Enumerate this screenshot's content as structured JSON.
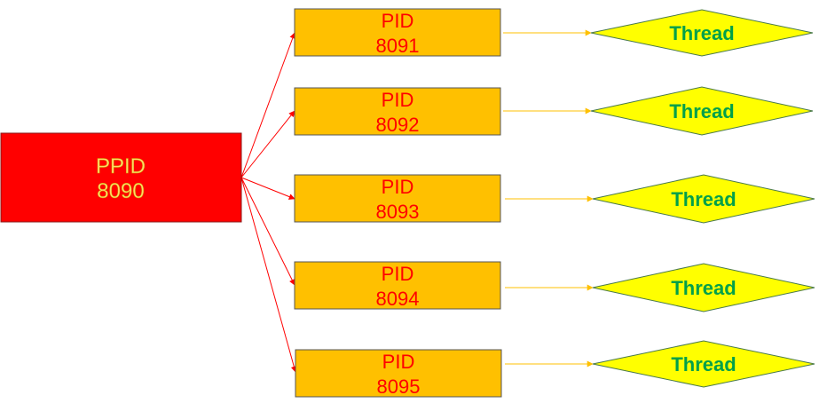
{
  "parent": {
    "label": "PPID",
    "pid": "8090"
  },
  "children": [
    {
      "label": "PID",
      "pid": "8091",
      "thread_label": "Thread"
    },
    {
      "label": "PID",
      "pid": "8092",
      "thread_label": "Thread"
    },
    {
      "label": "PID",
      "pid": "8093",
      "thread_label": "Thread"
    },
    {
      "label": "PID",
      "pid": "8094",
      "thread_label": "Thread"
    },
    {
      "label": "PID",
      "pid": "8095",
      "thread_label": "Thread"
    }
  ],
  "colors": {
    "parent_fill": "#ff0000",
    "parent_text": "#ffd966",
    "child_fill": "#ffc000",
    "child_text": "#ff0000",
    "thread_fill": "#ffff00",
    "thread_text": "#00a04a",
    "parent_arrow": "#ff0000",
    "thread_arrow": "#ffc000"
  }
}
